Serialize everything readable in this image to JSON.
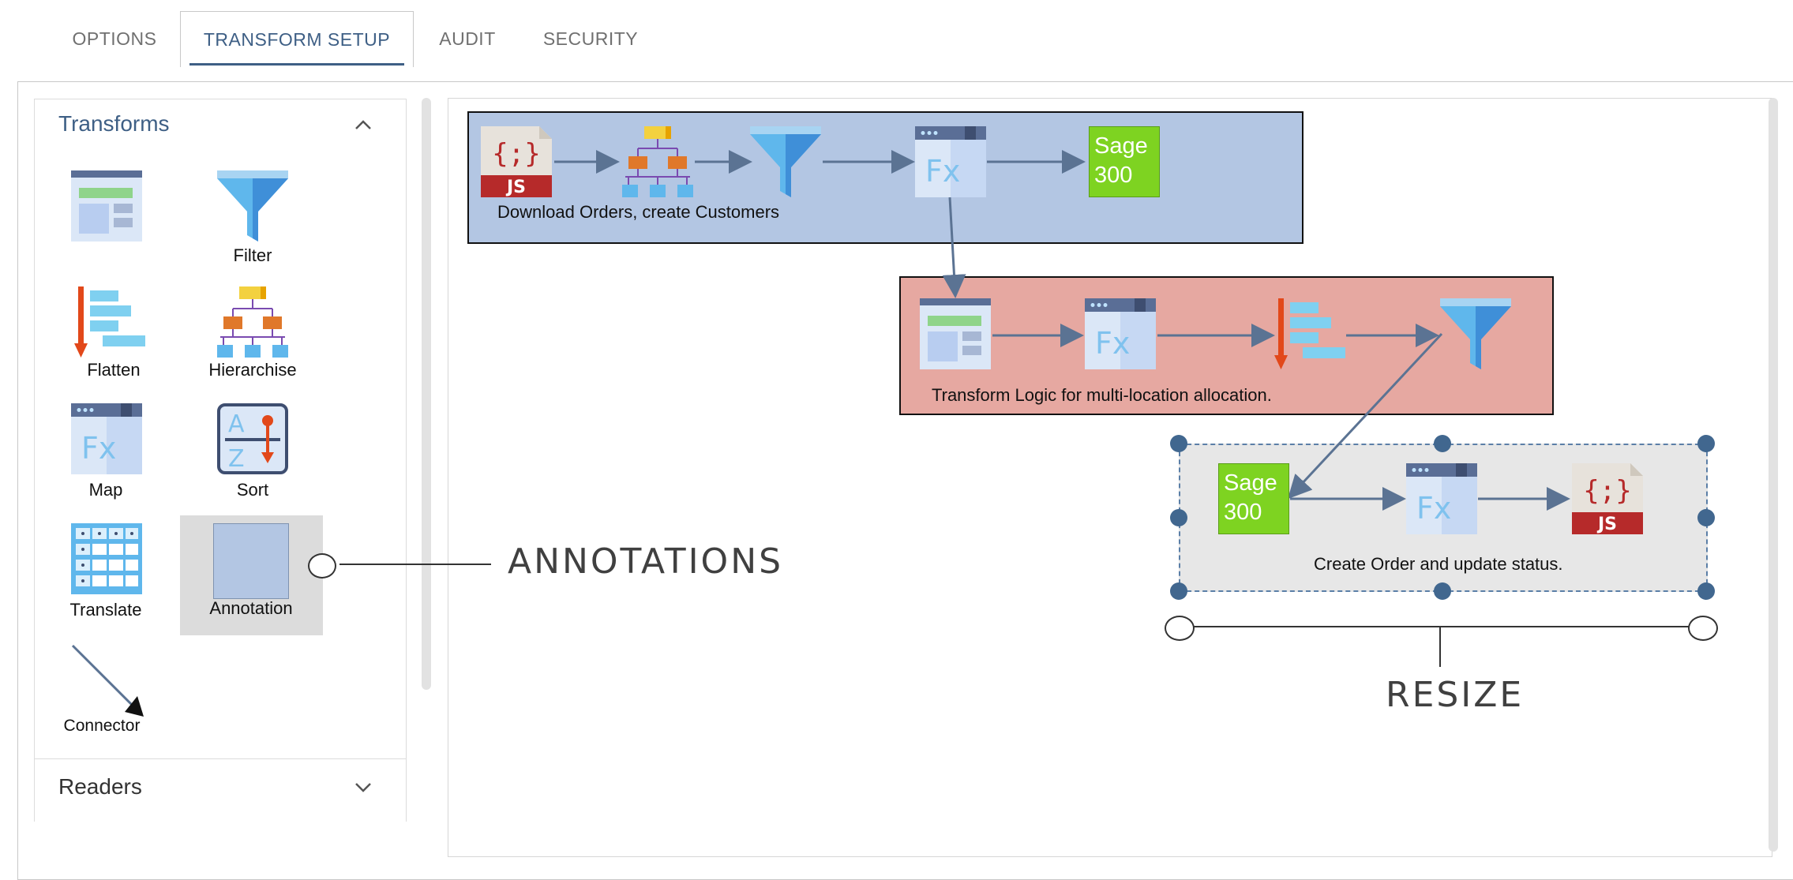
{
  "tabs": [
    {
      "label": "OPTIONS",
      "active": false
    },
    {
      "label": "TRANSFORM SETUP",
      "active": true
    },
    {
      "label": "AUDIT",
      "active": false
    },
    {
      "label": "SECURITY",
      "active": false
    }
  ],
  "sidebar": {
    "transforms_title": "Transforms",
    "tools": [
      {
        "name": "table-transform",
        "label": ""
      },
      {
        "name": "filter",
        "label": "Filter"
      },
      {
        "name": "flatten",
        "label": "Flatten"
      },
      {
        "name": "hierarchise",
        "label": "Hierarchise"
      },
      {
        "name": "map",
        "label": "Map"
      },
      {
        "name": "sort",
        "label": "Sort"
      },
      {
        "name": "translate",
        "label": "Translate"
      },
      {
        "name": "annotation",
        "label": "Annotation"
      },
      {
        "name": "connector",
        "label": "Connector"
      }
    ],
    "readers_title": "Readers"
  },
  "canvas": {
    "groups": [
      {
        "label": "Download Orders, create Customers",
        "color": "#b3c6e3"
      },
      {
        "label": "Transform Logic for multi-location allocation.",
        "color": "#e6a8a1"
      },
      {
        "label": "Create Order and update status.",
        "color": "#e7e7e7"
      }
    ],
    "sage_text": [
      "Sage",
      "300"
    ],
    "js_badge": "JS",
    "js_braces": "{;}",
    "fx_text": "Fx"
  },
  "callouts": {
    "annotations": "ANNOTATIONS",
    "resize": "RESIZE"
  },
  "colors": {
    "accent": "#3e5f85",
    "handle": "#41678f",
    "connector": "#5b7393"
  }
}
